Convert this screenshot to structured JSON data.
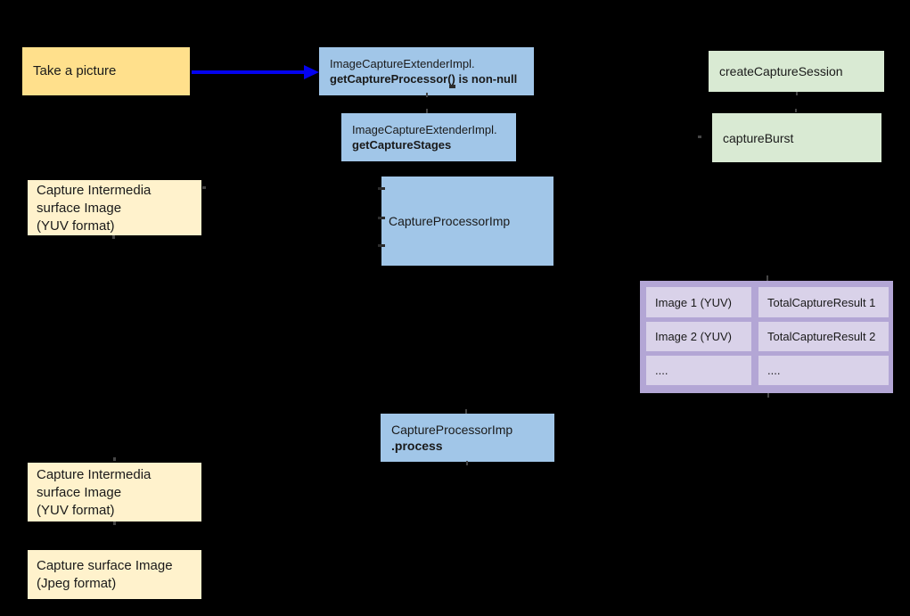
{
  "diagram": {
    "background": "#000000",
    "accent_arrow_color": "#0403ef",
    "nodes": {
      "take_picture": {
        "label": "Take a picture",
        "color": "#ffe08c"
      },
      "get_capture_processor": {
        "line1": "ImageCaptureExtenderImpl.",
        "line2": "getCaptureProcessor() is non-null",
        "color": "#a1c6e8"
      },
      "get_capture_stages": {
        "line1": "ImageCaptureExtenderImpl.",
        "line2": "getCaptureStages",
        "color": "#a1c6e8"
      },
      "create_capture_session": {
        "label": "createCaptureSession",
        "color": "#d9ead3"
      },
      "capture_burst": {
        "label": "captureBurst",
        "color": "#d9ead3"
      },
      "capture_intermedia_top": {
        "lines": [
          "Capture Intermedia",
          "surface Image",
          "(YUV format)"
        ],
        "color": "#fff2cc"
      },
      "capture_processor_imp": {
        "label": "CaptureProcessorImp",
        "color": "#a1c6e8"
      },
      "capture_processor_process": {
        "line1": "CaptureProcessorImp",
        "line2": ".process",
        "color": "#a1c6e8"
      },
      "capture_intermedia_bottom": {
        "lines": [
          "Capture Intermedia",
          "surface Image",
          "(YUV format)"
        ],
        "color": "#fff2cc"
      },
      "capture_surface_jpeg": {
        "lines": [
          "Capture surface Image",
          "(Jpeg format)"
        ],
        "color": "#fff2cc"
      },
      "result_table": {
        "outer_color": "#b3a6d5",
        "cell_color": "#d9d2e9",
        "rows": [
          [
            "Image 1 (YUV)",
            "TotalCaptureResult 1"
          ],
          [
            "Image 2 (YUV)",
            "TotalCaptureResult 2"
          ],
          [
            "....",
            "...."
          ]
        ]
      }
    }
  }
}
